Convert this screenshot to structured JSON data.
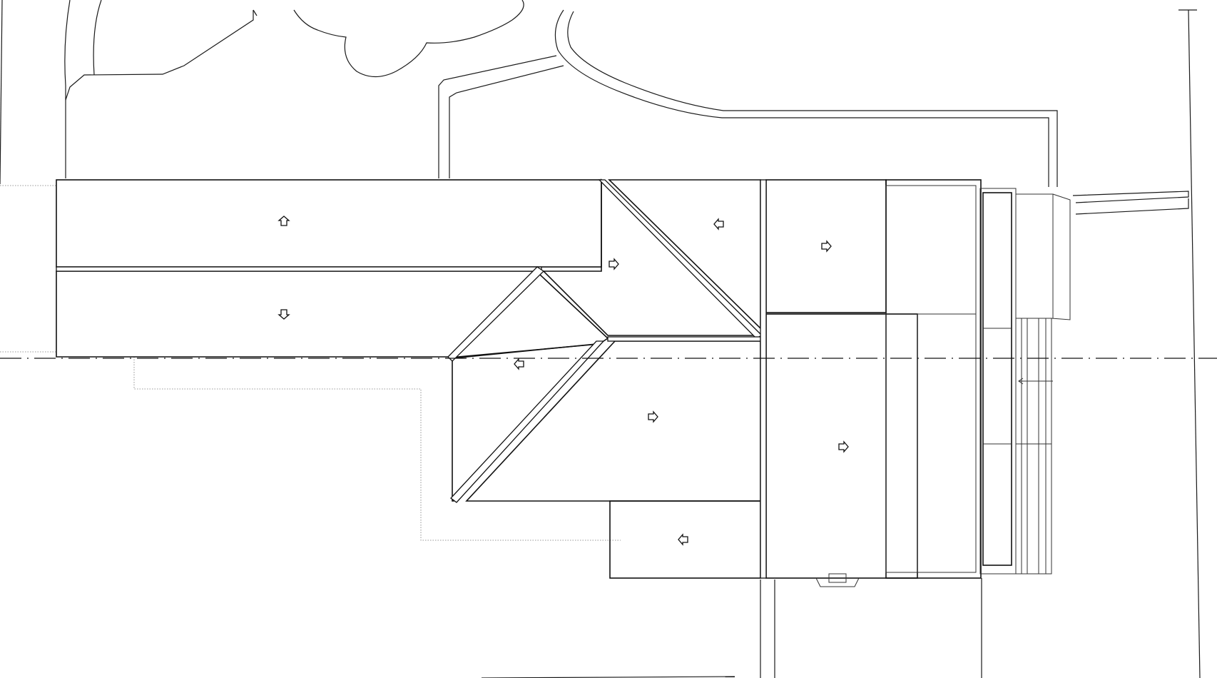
{
  "drawing": {
    "stroke_color": "#1a1a1a",
    "background_color": "#ffffff",
    "roof_planes": [
      {
        "id": "west-wing-north",
        "hatch": "vertical"
      },
      {
        "id": "west-wing-south",
        "hatch": "vertical"
      },
      {
        "id": "central-hip-west",
        "hatch": "vertical"
      },
      {
        "id": "north-hip",
        "hatch": "horizontal"
      },
      {
        "id": "south-hip-triangle",
        "hatch": "horizontal"
      },
      {
        "id": "south-central",
        "hatch": "vertical"
      },
      {
        "id": "south-west-triangle",
        "hatch": "horizontal"
      },
      {
        "id": "east-block-north",
        "hatch": "horizontal"
      },
      {
        "id": "east-block-south",
        "hatch": "horizontal"
      },
      {
        "id": "south-east-lower",
        "hatch": "horizontal"
      }
    ],
    "slope_arrows": [
      {
        "id": "arrow-west-north",
        "direction": "up"
      },
      {
        "id": "arrow-west-south",
        "direction": "down"
      },
      {
        "id": "arrow-central-hip",
        "direction": "right"
      },
      {
        "id": "arrow-north-hip",
        "direction": "left"
      },
      {
        "id": "arrow-east-north",
        "direction": "right"
      },
      {
        "id": "arrow-south-triangle",
        "direction": "left"
      },
      {
        "id": "arrow-south-central",
        "direction": "right"
      },
      {
        "id": "arrow-east-south",
        "direction": "right"
      },
      {
        "id": "arrow-south-east-lower",
        "direction": "left"
      }
    ]
  }
}
